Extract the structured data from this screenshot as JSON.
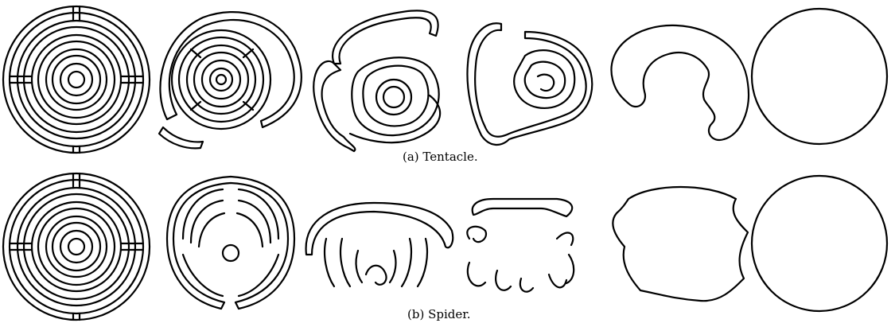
{
  "figure": {
    "rows": [
      {
        "name": "tentacle",
        "caption": "(a)  Tentacle."
      },
      {
        "name": "spider",
        "caption": "(b)  Spider."
      }
    ]
  }
}
